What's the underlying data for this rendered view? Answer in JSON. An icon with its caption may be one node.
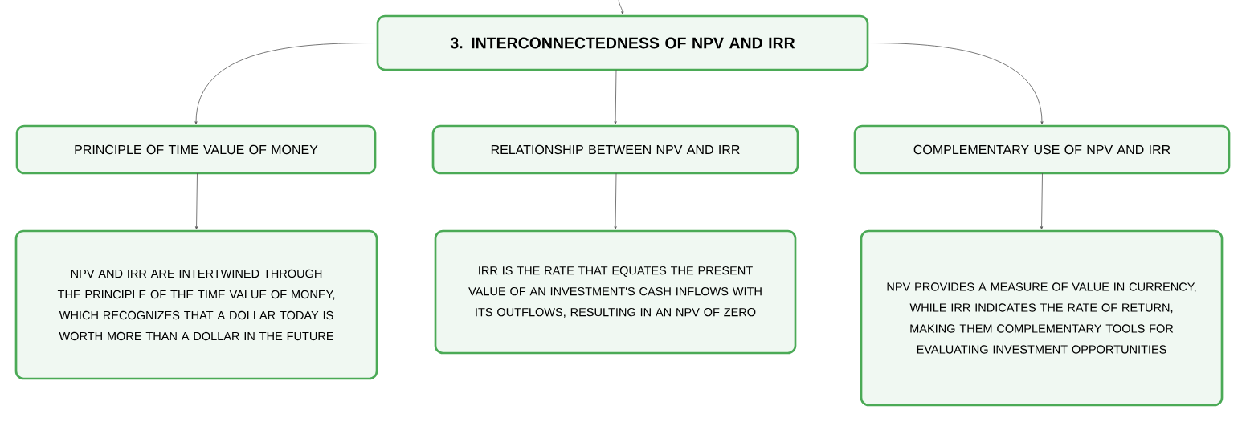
{
  "diagram": {
    "nodes": [
      {
        "text": [
          "3. INTERCONNECTEDNESS OF NPV AND IRR"
        ]
      },
      {
        "text": [
          "PRINCIPLE OF TIME VALUE OF MONEY"
        ]
      },
      {
        "text": [
          "RELATIONSHIP BETWEEN NPV AND IRR"
        ]
      },
      {
        "text": [
          "COMPLEMENTARY USE OF NPV AND IRR"
        ]
      },
      {
        "text": [
          "NPV AND IRR ARE INTERTWINED THROUGH THE PRINCIPLE OF THE TIME VALUE OF MONEY, WHICH RECOGNIZES THAT A DOLLAR TODAY IS WORTH MORE THAN A DOLLAR IN THE FUTURE"
        ]
      },
      {
        "text": [
          "IRR IS THE RATE THAT EQUATES THE PRESENT VALUE OF AN INVESTMENT'S CASH INFLOWS WITH ITS OUTFLOWS, RESULTING IN AN NPV OF ZERO"
        ]
      },
      {
        "text": [
          "NPV PROVIDES A MEASURE OF VALUE IN CURRENCY, WHILE IRR INDICATES THE RATE OF RETURN, MAKING THEM COMPLEMENTARY TOOLS FOR EVALUATING INVESTMENT OPPORTUNITIES"
        ]
      }
    ],
    "edges": [
      {
        "from": null,
        "to": 0,
        "arrow": "to"
      },
      {
        "from": 0,
        "to": 1,
        "arrow": "to"
      },
      {
        "from": 0,
        "to": 2,
        "arrow": "to"
      },
      {
        "from": 0,
        "to": 3,
        "arrow": "to"
      },
      {
        "from": 1,
        "to": 4,
        "arrow": "to"
      },
      {
        "from": 2,
        "to": 5,
        "arrow": "to"
      },
      {
        "from": 3,
        "to": 6,
        "arrow": "to"
      }
    ]
  }
}
